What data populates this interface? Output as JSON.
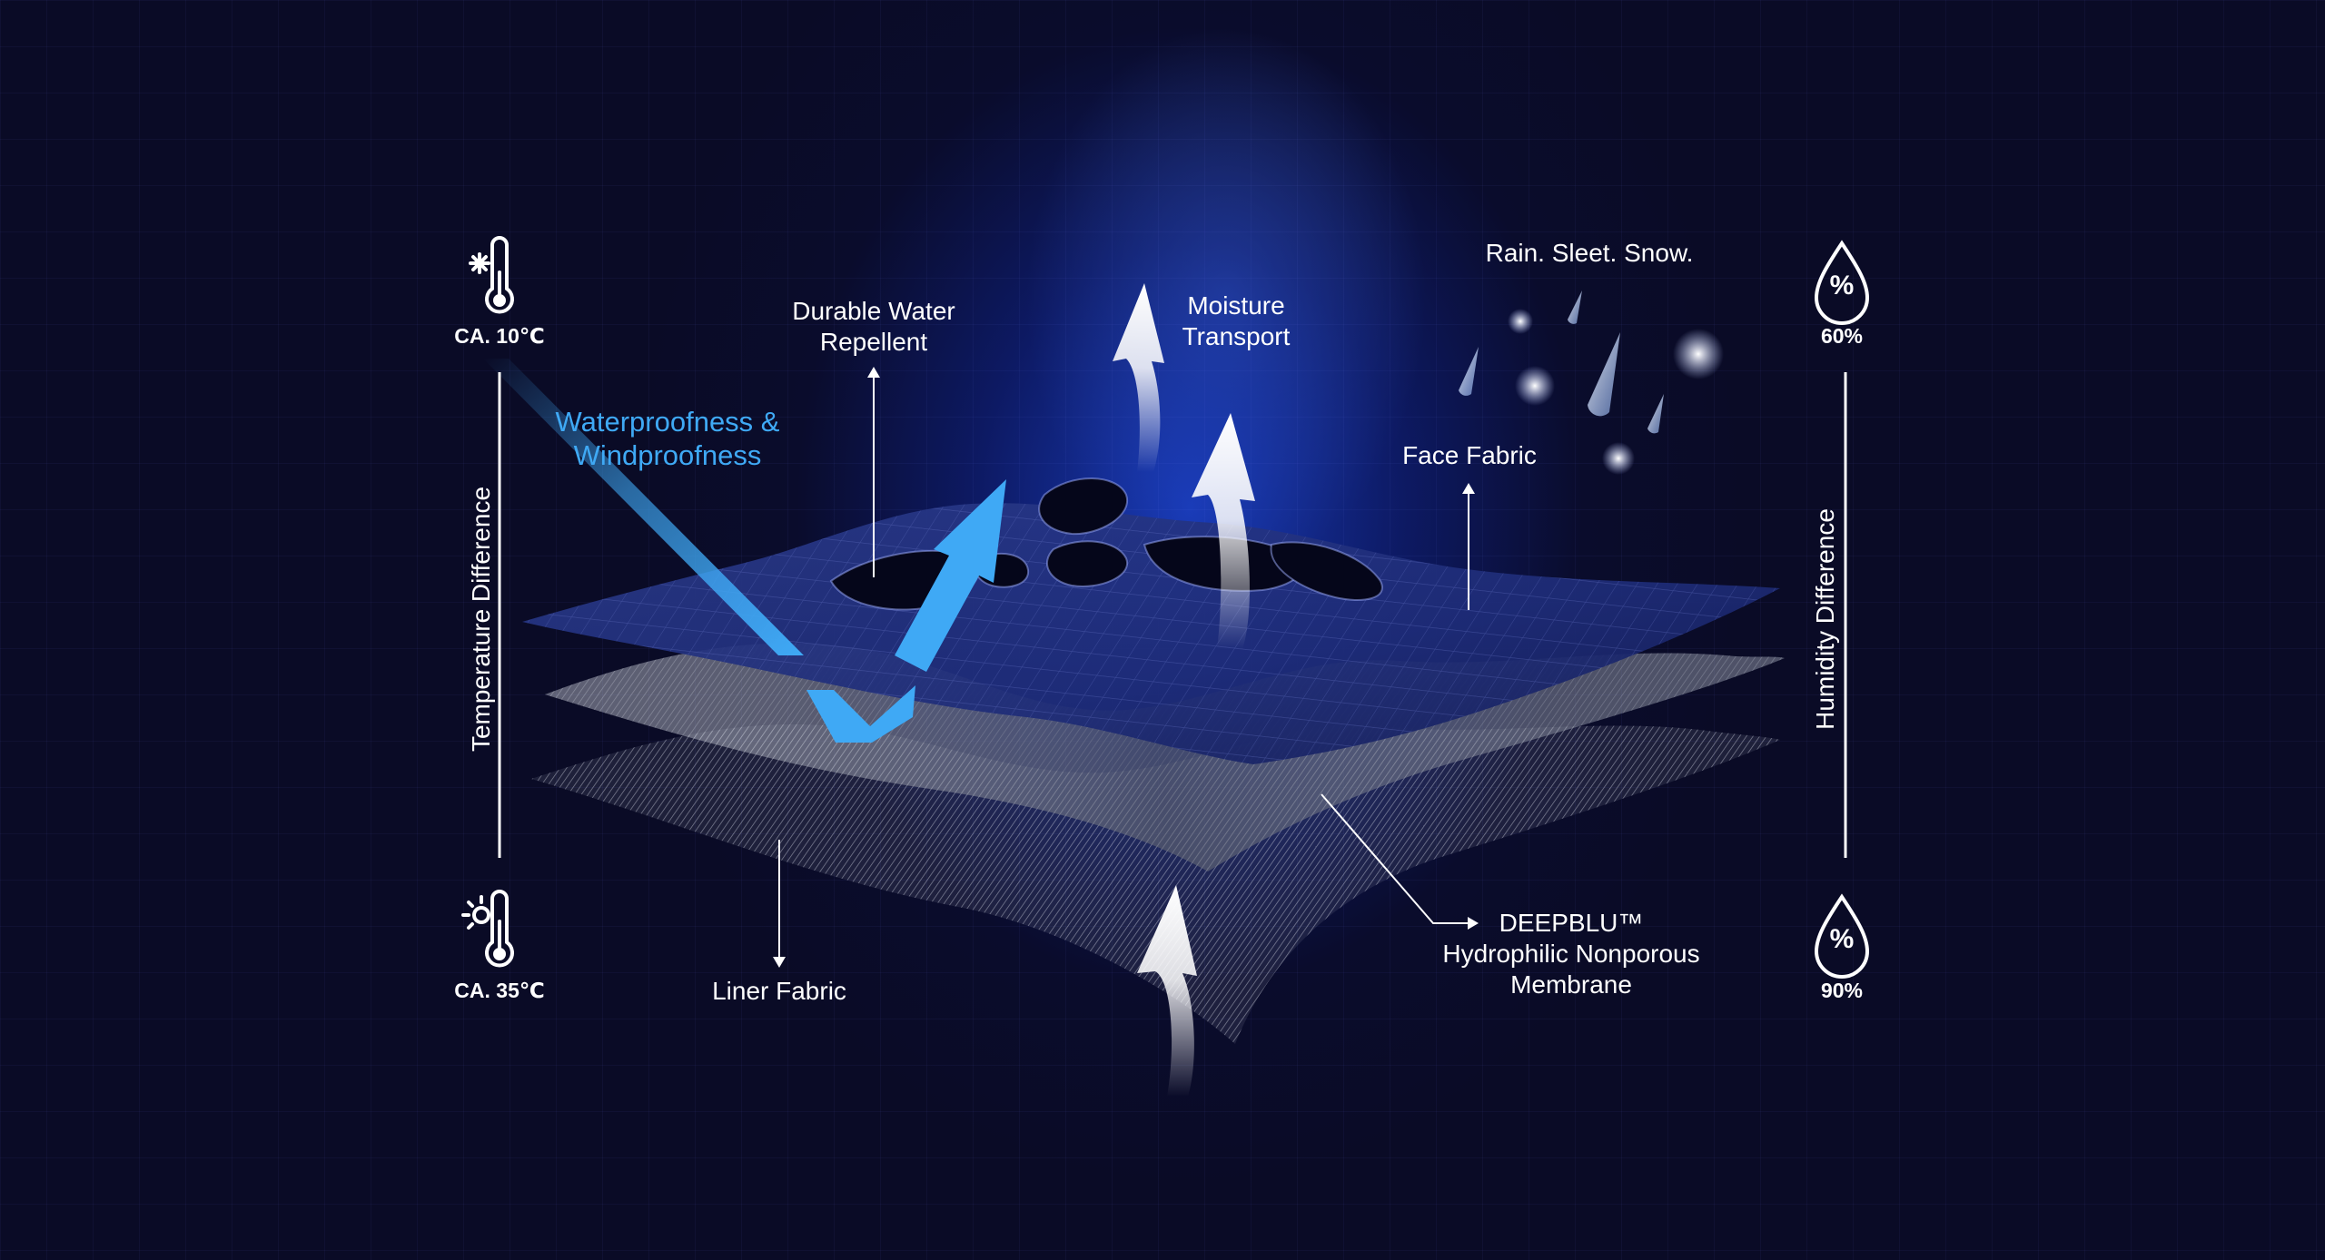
{
  "labels": {
    "temp_top": "CA. 10℃",
    "temp_bottom": "CA. 35℃",
    "temp_axis": "Temperature Difference",
    "humidity_top": "60%",
    "humidity_bottom": "90%",
    "humidity_axis": "Humidity Difference",
    "durable_water": "Durable Water Repellent",
    "waterproofness": "Waterproofness & Windproofness",
    "moisture": "Moisture Transport",
    "rain": "Rain. Sleet. Snow.",
    "face_fabric": "Face Fabric",
    "liner_fabric": "Liner Fabric",
    "membrane_title": "DEEPBLU™",
    "membrane_sub": "Hydrophilic Nonporous Membrane",
    "percent_symbol": "%"
  },
  "icons": {
    "thermometer_cold": "thermometer-snowflake-icon",
    "thermometer_hot": "thermometer-sun-icon",
    "droplet_percent": "droplet-percent-icon"
  },
  "colors": {
    "background": "#0a0b26",
    "glow": "#1c46dc",
    "accent_blue": "#3fa9f5",
    "text": "#ffffff"
  }
}
